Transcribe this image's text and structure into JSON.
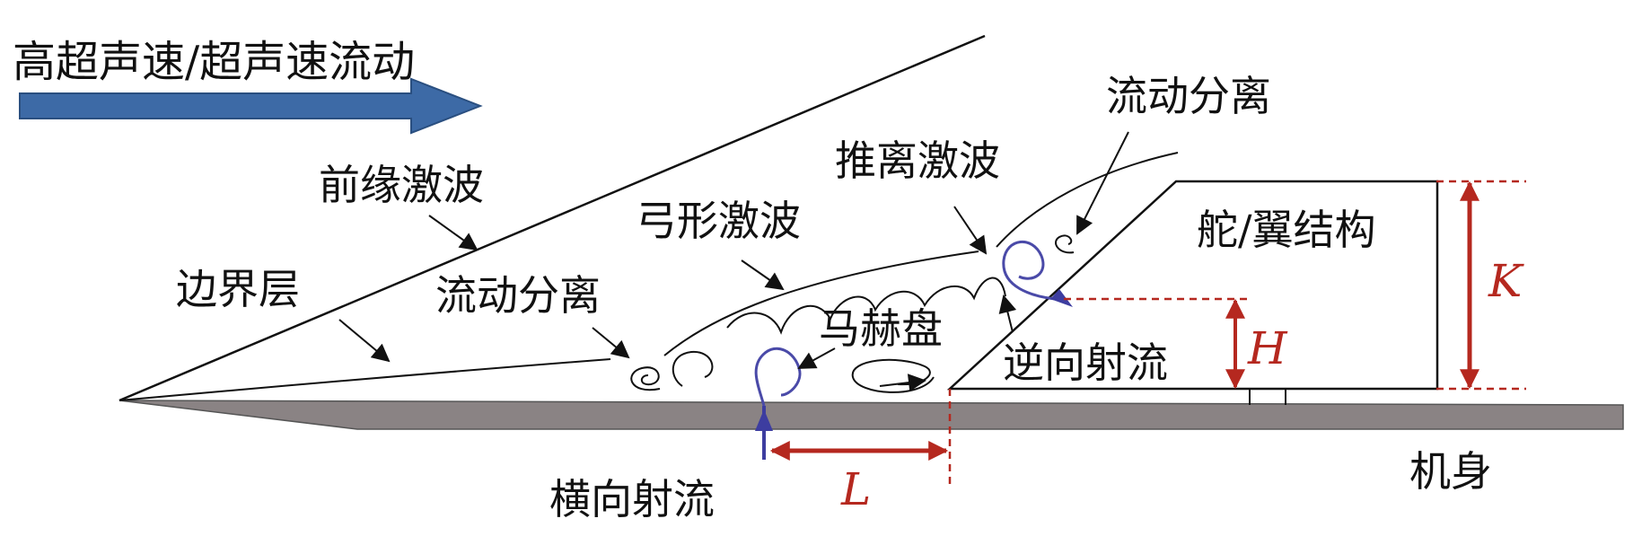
{
  "colors": {
    "flow_arrow": "#3d6aa6",
    "fuselage": "#8a8384",
    "dimension_red": "#b5281f",
    "vortex_blue": "#4a4aa8",
    "line": "#111111"
  },
  "labels": {
    "flow_title": "高超声速/超声速流动",
    "leading_shock": "前缘激波",
    "boundary_layer": "边界层",
    "flow_separation_left": "流动分离",
    "bow_shock": "弓形激波",
    "mach_disk": "马赫盘",
    "detached_shock": "推离激波",
    "flow_separation_right": "流动分离",
    "rudder_wing": "舵/翼结构",
    "reverse_jet": "逆向射流",
    "transverse_jet": "横向射流",
    "fuselage": "机身",
    "dim_k": "K",
    "dim_h": "H",
    "dim_l": "L"
  }
}
